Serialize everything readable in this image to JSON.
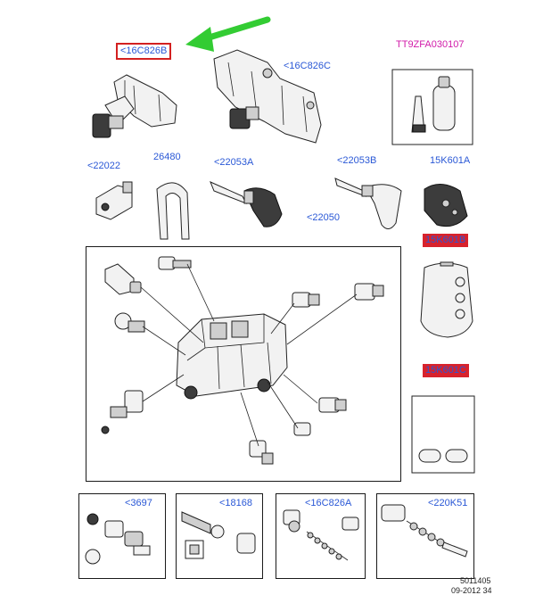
{
  "header_callout": {
    "label": "<16C826B",
    "arrow_color": "#33cc33"
  },
  "labels": {
    "l_16c826c": "<16C826C",
    "l_tt9": "TT9ZFA030107",
    "l_22022": "<22022",
    "l_26480": "26480",
    "l_22053a": "<22053A",
    "l_22053b": "<22053B",
    "l_15k601a": "15K601A",
    "l_22050": "<22050",
    "l_15k601b": "15K601B",
    "l_15k601c": "15K601C",
    "l_3697": "<3697",
    "l_18168": "<18168",
    "l_16c826a": "<16C826A",
    "l_220k51": "<220K51"
  },
  "footer": {
    "ref_number": "5011405",
    "date_code": "09-2012 34"
  },
  "colors": {
    "label_blue": "#2a58d6",
    "label_magenta": "#d11aa9",
    "highlight_red": "#d8222c",
    "outline_red": "#d32020"
  }
}
